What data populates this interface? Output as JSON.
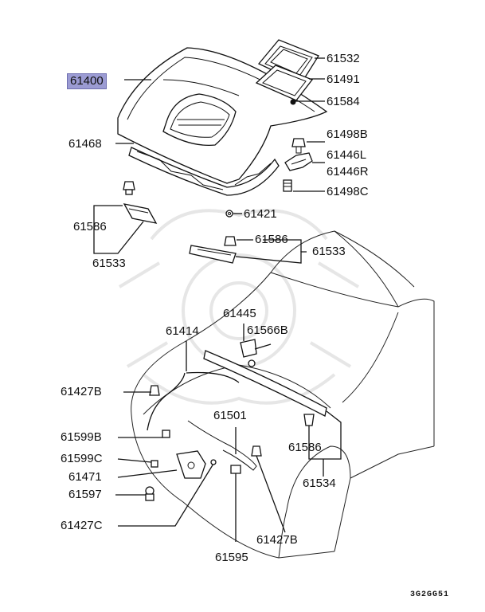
{
  "diagram": {
    "callouts": [
      {
        "id": "61400",
        "highlight": true
      },
      {
        "id": "61532"
      },
      {
        "id": "61491"
      },
      {
        "id": "61584"
      },
      {
        "id": "61468"
      },
      {
        "id": "61498B"
      },
      {
        "id": "61446L"
      },
      {
        "id": "61446R"
      },
      {
        "id": "61498C"
      },
      {
        "id": "61421"
      },
      {
        "id": "61586"
      },
      {
        "id": "61533"
      },
      {
        "id": "61586"
      },
      {
        "id": "61533"
      },
      {
        "id": "61445"
      },
      {
        "id": "61414"
      },
      {
        "id": "61566B"
      },
      {
        "id": "61427B"
      },
      {
        "id": "61501"
      },
      {
        "id": "61599B"
      },
      {
        "id": "61599C"
      },
      {
        "id": "61471"
      },
      {
        "id": "61597"
      },
      {
        "id": "61427C"
      },
      {
        "id": "61586"
      },
      {
        "id": "61534"
      },
      {
        "id": "61427B"
      },
      {
        "id": "61595"
      }
    ],
    "figure_code": "3G2GG51",
    "highlight_color": "#9b9bd3"
  }
}
